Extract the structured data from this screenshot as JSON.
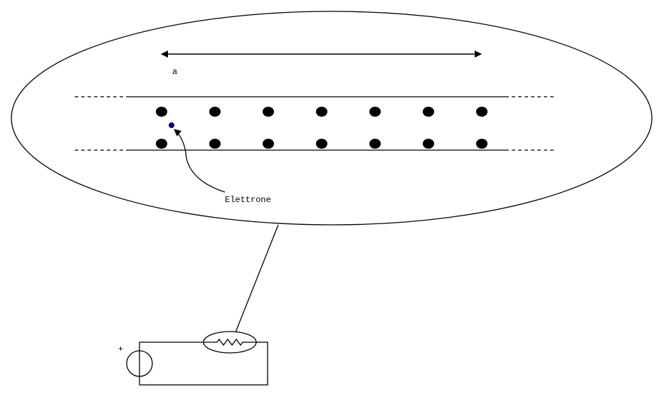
{
  "labels": {
    "lattice_spacing": "a",
    "electron": "Elettrone",
    "source_polarity": "+"
  },
  "lattice": {
    "atoms_per_row": 7,
    "rows": 2
  },
  "colors": {
    "atom": "#000000",
    "electron": "#000080",
    "line": "#000000"
  }
}
